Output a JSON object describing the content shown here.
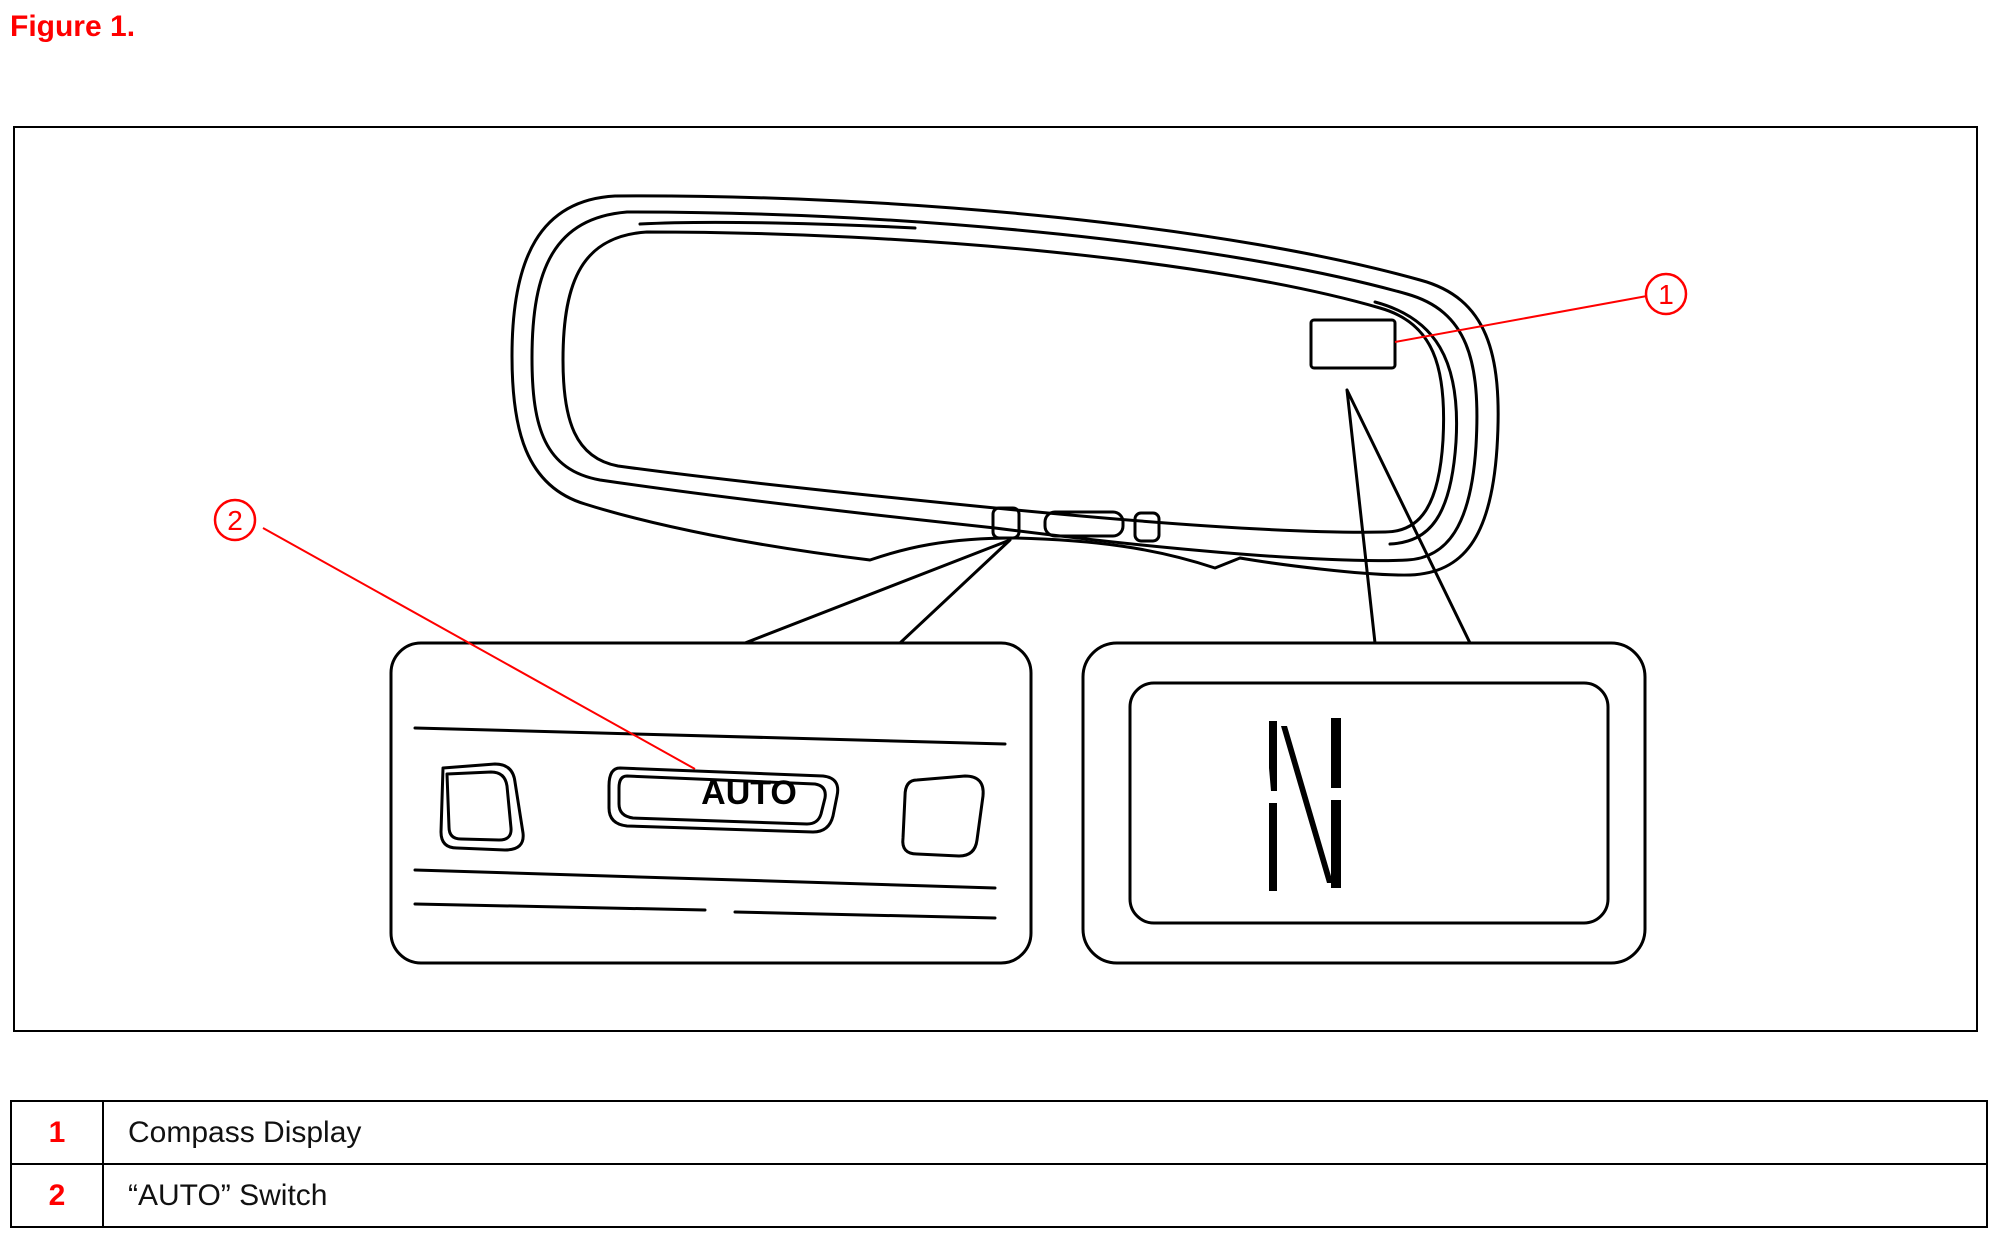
{
  "figure": {
    "title": "Figure 1."
  },
  "diagram": {
    "callouts": [
      {
        "number": "1",
        "target": "compass-display"
      },
      {
        "number": "2",
        "target": "auto-switch"
      }
    ],
    "switch_label": "AUTO",
    "compass_reading": "N",
    "callout_color": "#ff0000"
  },
  "legend": [
    {
      "number": "1",
      "description": "Compass Display"
    },
    {
      "number": "2",
      "description": "“AUTO” Switch"
    }
  ]
}
